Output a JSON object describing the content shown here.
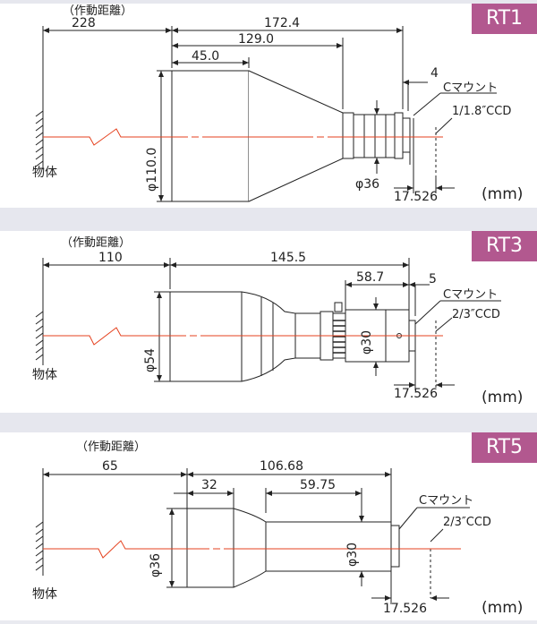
{
  "panels": [
    {
      "id": "RT1",
      "tag": "RT1",
      "working_distance_label": "（作動距離）",
      "working_distance": "228",
      "total_length": "172.4",
      "to_mount_length": "129.0",
      "front_barrel_length": "45.0",
      "mount_gap": "4",
      "mount_label": "Cマウント",
      "sensor_label": "1/1.8″CCD",
      "front_diameter": "φ110.0",
      "rear_diameter": "φ36",
      "flange_back": "17.526",
      "object_label": "物体",
      "unit": "(mm)"
    },
    {
      "id": "RT3",
      "tag": "RT3",
      "working_distance_label": "（作動距離）",
      "working_distance": "110",
      "total_length": "145.5",
      "rear_barrel_length": "58.7",
      "mount_gap": "5",
      "mount_label": "Cマウント",
      "sensor_label": "2/3″CCD",
      "front_diameter": "φ54",
      "rear_diameter": "φ30",
      "flange_back": "17.526",
      "object_label": "物体",
      "unit": "(mm)"
    },
    {
      "id": "RT5",
      "tag": "RT5",
      "working_distance_label": "（作動距離）",
      "working_distance": "65",
      "total_length": "106.68",
      "front_barrel_length": "32",
      "rear_barrel_length": "59.75",
      "mount_label": "Cマウント",
      "sensor_label": "2/3″CCD",
      "front_diameter": "φ36",
      "rear_diameter": "φ30",
      "flange_back": "17.526",
      "object_label": "物体",
      "unit": "(mm)"
    }
  ],
  "colors": {
    "tag": "#b2588f",
    "optical_axis": "#e5421f",
    "background": "#e9eaf0",
    "panel": "#ffffff"
  }
}
